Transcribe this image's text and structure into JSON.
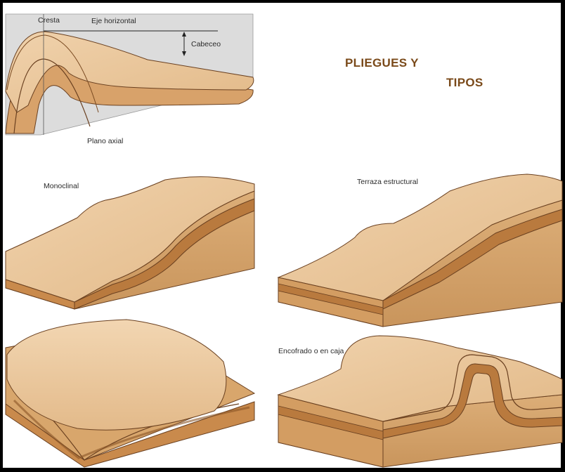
{
  "title": {
    "line1": "PLIEGUES  Y",
    "line2": "TIPOS"
  },
  "labels": {
    "cresta": "Cresta",
    "eje_horizontal": "Eje horizontal",
    "cabeceo": "Cabeceo",
    "plano_axial": "Plano axial",
    "monoclinal": "Monoclinal",
    "terraza_estructural": "Terraza estructural",
    "encofrado": "Encofrado o en caja"
  },
  "colors": {
    "title": "#7a4a1a",
    "top_surface": "#ebc9a0",
    "side_face": "#d6a46a",
    "layer_band": "#b97a3e",
    "layer_line": "#6a4020"
  }
}
